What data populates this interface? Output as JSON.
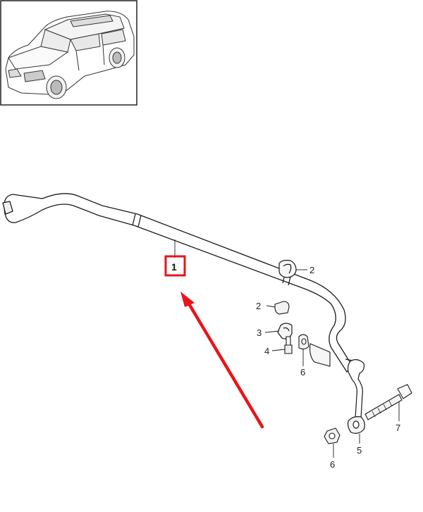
{
  "diagram": {
    "callouts": [
      {
        "id": "c1",
        "label": "1"
      },
      {
        "id": "c2a",
        "label": "2"
      },
      {
        "id": "c2b",
        "label": "2"
      },
      {
        "id": "c3",
        "label": "3"
      },
      {
        "id": "c4",
        "label": "4"
      },
      {
        "id": "c6a",
        "label": "6"
      },
      {
        "id": "c7",
        "label": "7"
      },
      {
        "id": "c5",
        "label": "5"
      },
      {
        "id": "c6b",
        "label": "6"
      }
    ],
    "highlight_color": "#e8141b",
    "line_color": "#1a1a1a"
  }
}
